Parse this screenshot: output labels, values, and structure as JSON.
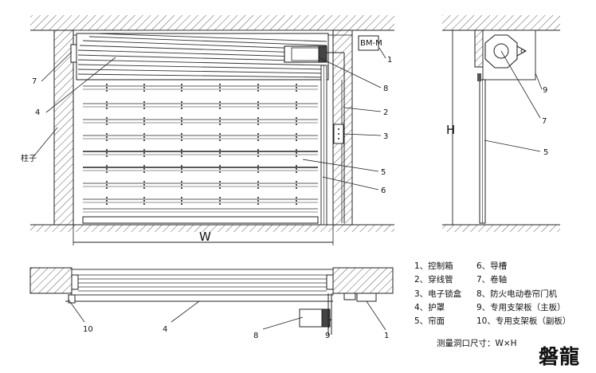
{
  "dimensions": {
    "width_label": "W",
    "height_label": "H"
  },
  "front_elevation": {
    "pillar_label": "柱子",
    "callouts": [
      "1",
      "2",
      "3",
      "4",
      "5",
      "6",
      "7",
      "8"
    ],
    "motor_tag": "BM-M"
  },
  "side_section": {
    "callouts": [
      "5",
      "7",
      "9"
    ]
  },
  "plan_view": {
    "callouts": [
      "1",
      "4",
      "8",
      "9",
      "10"
    ]
  },
  "legend": [
    [
      "1、控制箱",
      "6、导槽"
    ],
    [
      "2、穿线管",
      "7、卷轴"
    ],
    [
      "3、电子锁盒",
      "8、防火电动卷帘门机"
    ],
    [
      "4、护罩",
      "9、专用支架板（主板）"
    ],
    [
      "5、帘面",
      "10、专用支架板（副板）"
    ]
  ],
  "measurement_note": "测量洞口尺寸：W×H",
  "brand_mark": "磐龍"
}
